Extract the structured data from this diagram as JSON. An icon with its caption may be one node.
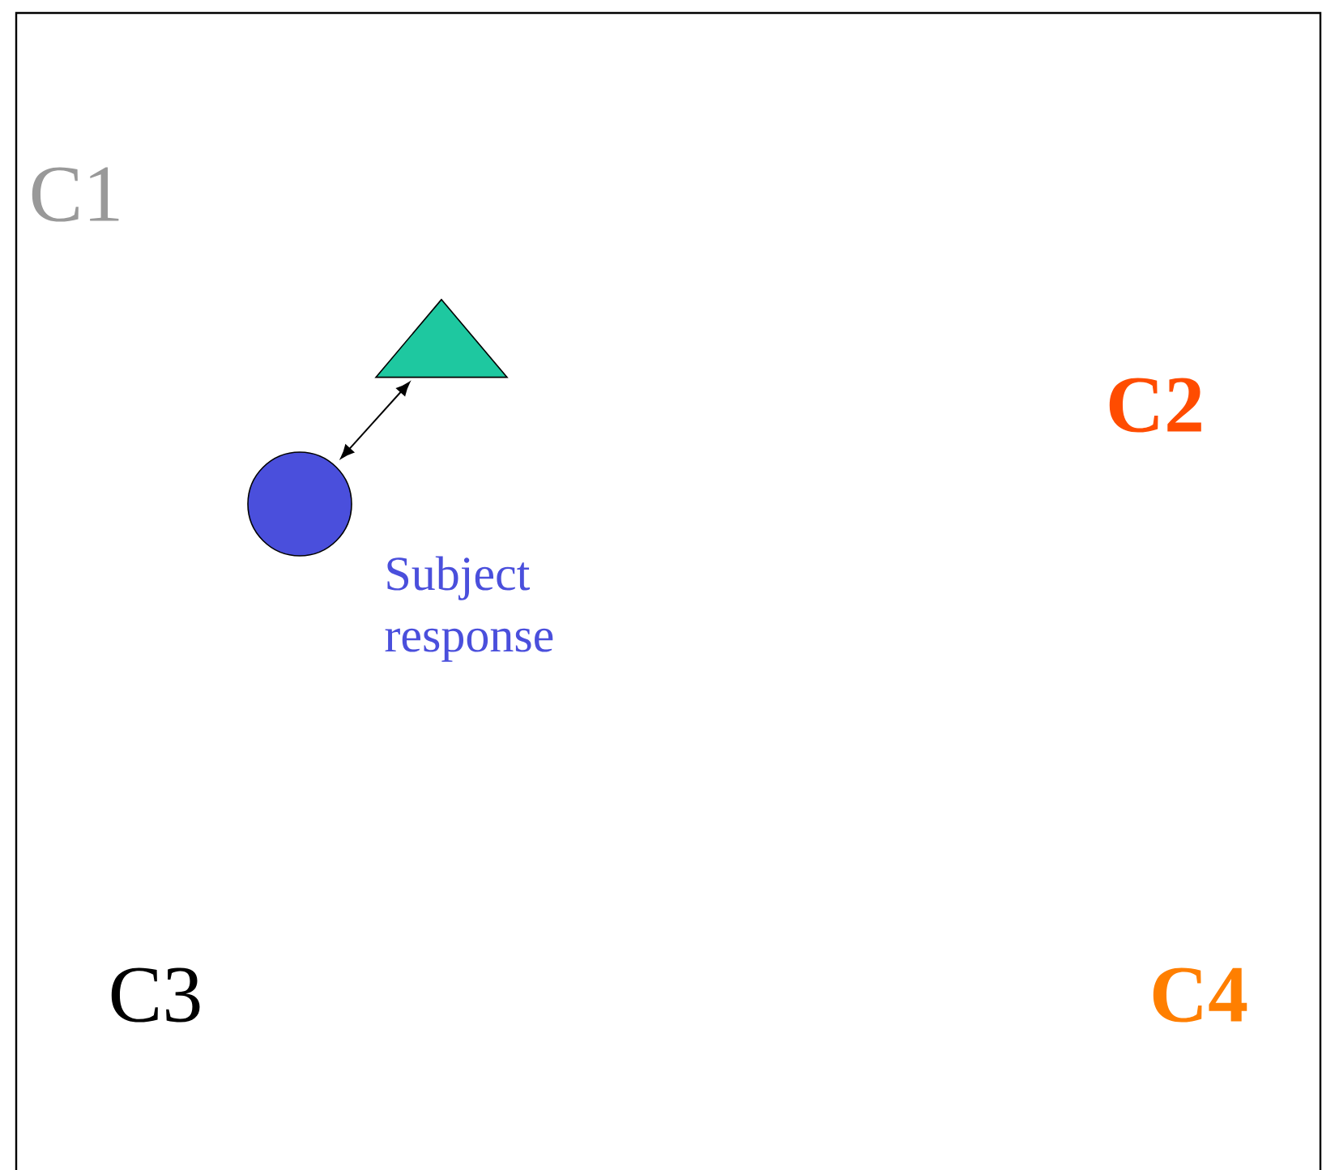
{
  "diagram": {
    "nodes": [
      {
        "text": [],
        "shape": "triangle"
      },
      {
        "text": [],
        "shape": "circle",
        "beside": [
          "Subject response"
        ]
      }
    ],
    "edges": [
      {
        "from": 1,
        "to": 0,
        "arrow": "both"
      }
    ],
    "labels": [
      "C1",
      "C2",
      "C3",
      "C4"
    ]
  }
}
